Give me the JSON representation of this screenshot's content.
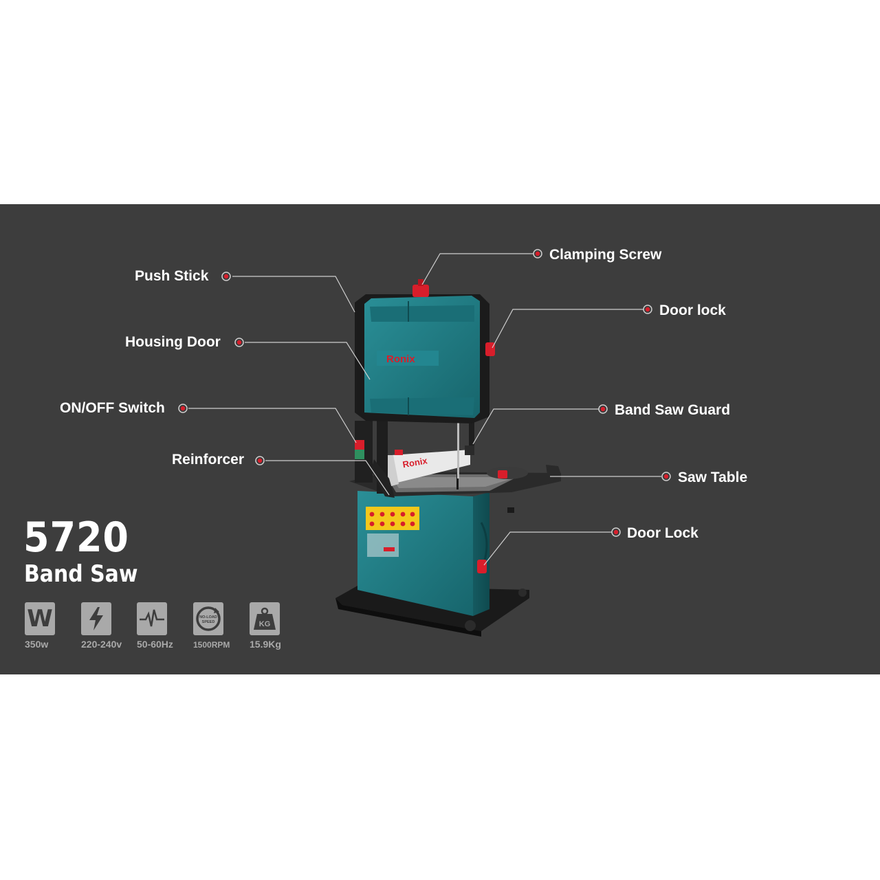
{
  "product": {
    "model_number": "5720",
    "model_name": "Band Saw",
    "brand_logo": "Ronix"
  },
  "callouts": {
    "push_stick": "Push Stick",
    "housing_door": "Housing Door",
    "on_off_switch": "ON/OFF Switch",
    "reinforcer": "Reinforcer",
    "clamping_screw": "Clamping Screw",
    "door_lock_upper": "Door lock",
    "band_saw_guard": "Band Saw Guard",
    "saw_table": "Saw Table",
    "door_lock_lower": "Door Lock"
  },
  "specs": [
    {
      "icon": "wattage-icon",
      "value": "350w"
    },
    {
      "icon": "voltage-bolt-icon",
      "value": "220-240v"
    },
    {
      "icon": "frequency-wave-icon",
      "value": "50-60Hz"
    },
    {
      "icon": "no-load-speed-icon",
      "value": "1500RPM",
      "icon_text": "NO-LOAD SPEED"
    },
    {
      "icon": "weight-kg-icon",
      "value": "15.9Kg",
      "icon_text": "KG"
    }
  ],
  "colors": {
    "panel": "#3d3d3d",
    "accent_red": "#d81e2b",
    "body_teal": "#1f7e86",
    "frame_black": "#1b1b1b",
    "label_white": "#ffffff",
    "spec_gray": "#a9a9a9"
  }
}
